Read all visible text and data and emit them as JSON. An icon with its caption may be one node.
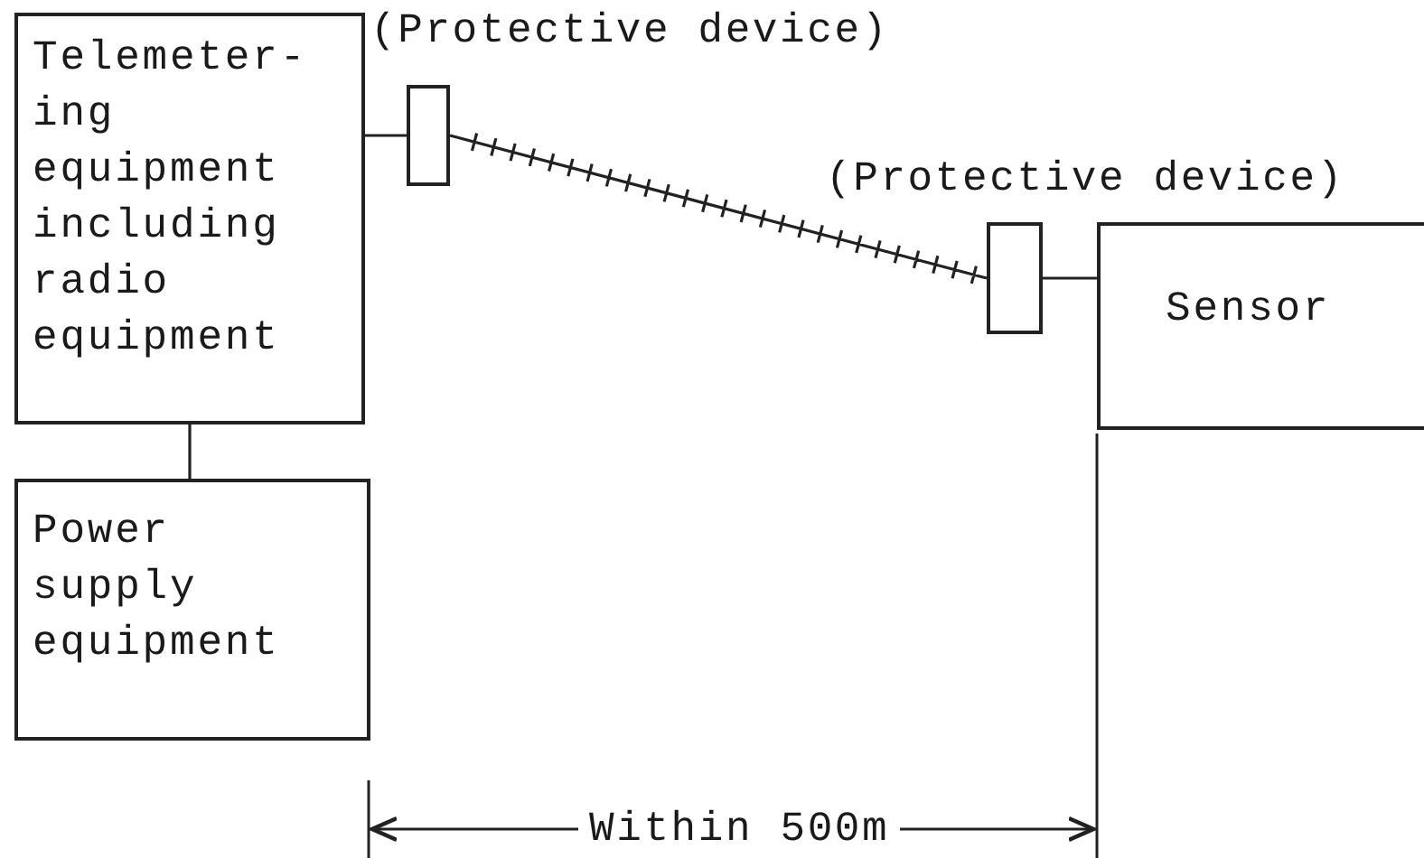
{
  "diagram": {
    "nodes": [
      {
        "text": [
          "Telemeter-ing equipment including radio equipment"
        ]
      },
      {
        "text": [
          "(Protective device)"
        ]
      },
      {
        "text": [
          "(Protective device)"
        ]
      },
      {
        "text": [
          "Sensor"
        ]
      },
      {
        "text": [
          "Power supply equipment"
        ]
      }
    ],
    "edges": [
      {
        "from": 0,
        "to": 1,
        "arrow": "none"
      },
      {
        "from": 1,
        "to": 2,
        "arrow": "none"
      },
      {
        "from": 2,
        "to": 3,
        "arrow": "none"
      },
      {
        "from": 0,
        "to": 4,
        "arrow": "none"
      }
    ],
    "labels": [
      "Within 500m"
    ]
  }
}
